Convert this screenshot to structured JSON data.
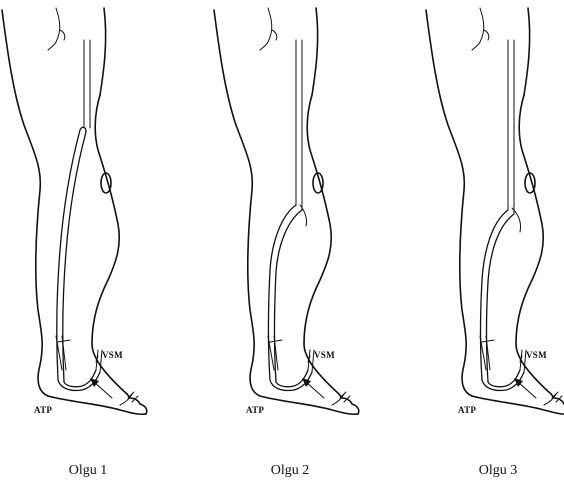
{
  "panels": [
    {
      "caption": "Olgu 1",
      "labels": {
        "vsm": "VSM",
        "atp": "ATP"
      }
    },
    {
      "caption": "Olgu 2",
      "labels": {
        "vsm": "VSM",
        "atp": "ATP"
      }
    },
    {
      "caption": "Olgu 3",
      "labels": {
        "vsm": "VSM",
        "atp": "ATP"
      }
    }
  ]
}
